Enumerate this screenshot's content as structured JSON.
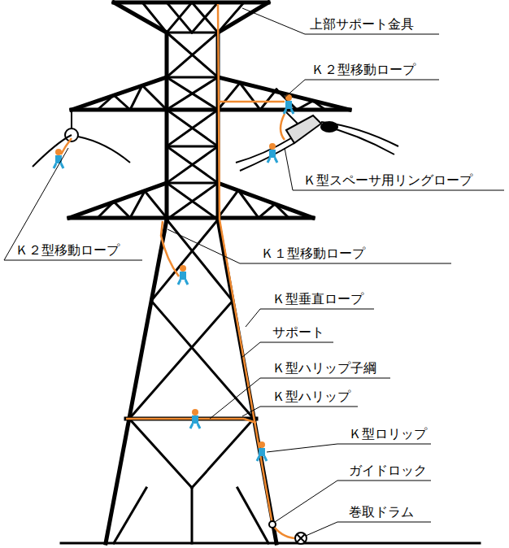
{
  "diagram": {
    "labels": [
      "上部サポート金具",
      "Ｋ２型移動ロープ",
      "Ｋ型スペーサ用リングロープ",
      "Ｋ２型移動ロープ",
      "Ｋ１型移動ロープ",
      "Ｋ型垂直ロープ",
      "サポート",
      "Ｋ型ハリップ子綱",
      "Ｋ型ハリップ",
      "Ｋ型ロリップ",
      "ガイドロック",
      "巻取ドラム"
    ]
  }
}
